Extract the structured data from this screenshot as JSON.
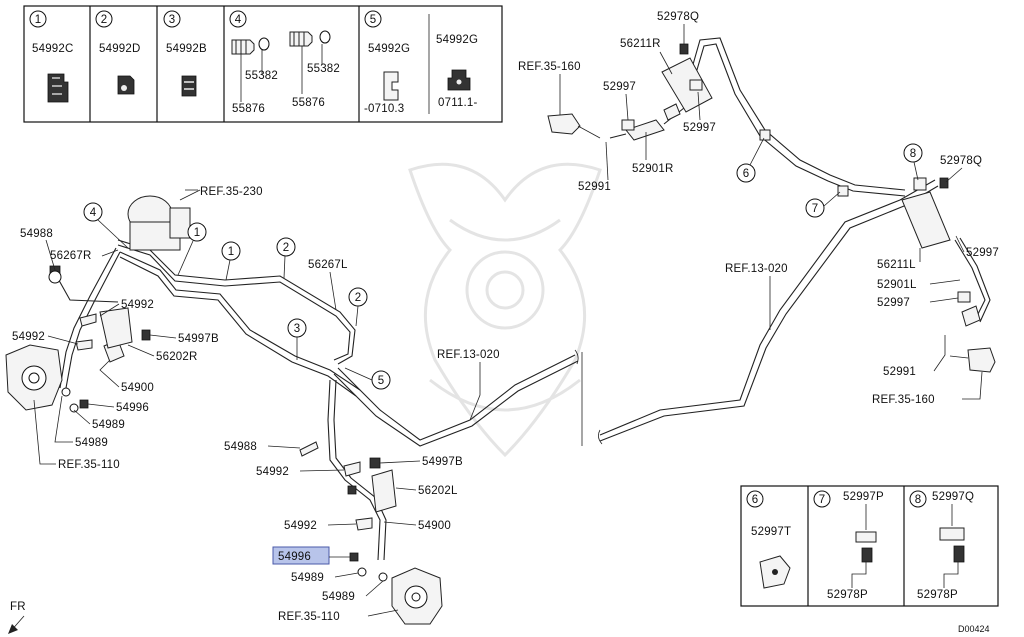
{
  "legend_top": [
    {
      "num": "1",
      "codes": [
        "54992C"
      ]
    },
    {
      "num": "2",
      "codes": [
        "54992D"
      ]
    },
    {
      "num": "3",
      "codes": [
        "54992B"
      ]
    },
    {
      "num": "4",
      "codes": [
        "55382",
        "55382",
        "55876",
        "55876"
      ]
    },
    {
      "num": "5",
      "codes": [
        "54992G",
        "54992G",
        "-0710.3",
        "0711.1-"
      ]
    }
  ],
  "legend_bottom": [
    {
      "num": "6",
      "codes": [
        "52997T"
      ]
    },
    {
      "num": "7",
      "codes": [
        "52997P",
        "52978P"
      ]
    },
    {
      "num": "8",
      "codes": [
        "52997Q",
        "52978P"
      ]
    }
  ],
  "callouts": [
    "1",
    "1",
    "2",
    "2",
    "3",
    "4",
    "5",
    "6",
    "7",
    "8"
  ],
  "labels": {
    "ref_35_230": "REF.35-230",
    "p54988_a": "54988",
    "p56267R": "56267R",
    "p54992_a": "54992",
    "p54992_b": "54992",
    "p54997B_a": "54997B",
    "p56202R": "56202R",
    "p54900_a": "54900",
    "p54996_a": "54996",
    "p54989_a": "54989",
    "p54989_b": "54989",
    "ref_35_110_a": "REF.35-110",
    "p56267L": "56267L",
    "ref_13_020_a": "REF.13-020",
    "ref_13_020_b": "REF.13-020",
    "p54988_b": "54988",
    "p54992_c": "54992",
    "p54997B_b": "54997B",
    "p56202L": "56202L",
    "p54992_d": "54992",
    "p54900_b": "54900",
    "p54996_b": "54996",
    "p54989_c": "54989",
    "p54989_d": "54989",
    "ref_35_110_b": "REF.35-110",
    "p52978Q_a": "52978Q",
    "p56211R": "56211R",
    "ref_35_160_a": "REF.35-160",
    "p52997_a": "52997",
    "p52997_b": "52997",
    "p52901R": "52901R",
    "p52991_a": "52991",
    "p52978Q_b": "52978Q",
    "p52997_c": "52997",
    "p56211L": "56211L",
    "p52901L": "52901L",
    "p52997_d": "52997",
    "p52991_b": "52991",
    "ref_35_160_b": "REF.35-160",
    "fr": "FR",
    "diagram_id": "D00424"
  }
}
